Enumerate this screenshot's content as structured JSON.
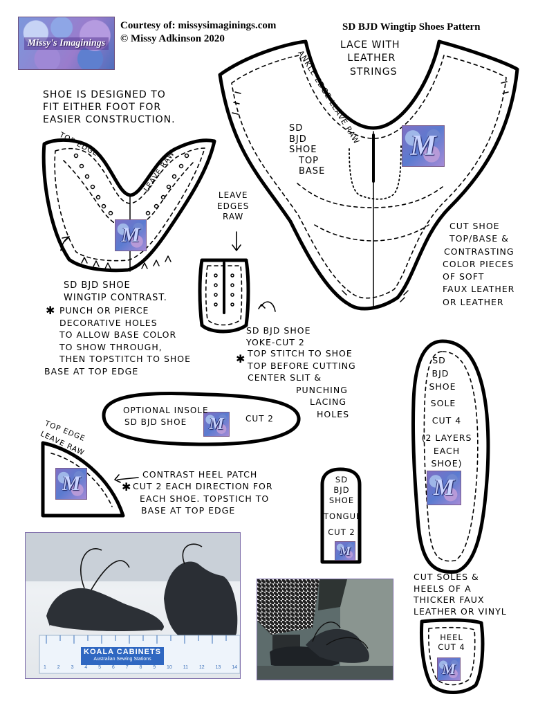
{
  "header": {
    "logo_text": "Missy's Imaginings",
    "courtesy": "Courtesy of: missysimaginings.com",
    "copyright": "© Missy Adkinson 2020",
    "title": "SD BJD Wingtip Shoes Pattern"
  },
  "watermark_letter": "M",
  "top_base": {
    "lace_note": [
      "LACE WITH",
      "LEATHER",
      "STRINGS"
    ],
    "ankle_edge": "ANKLE EDGE-LEAVE RAW",
    "label": [
      "SD",
      "BJD",
      "SHOE",
      "TOP",
      "BASE"
    ],
    "cut_note": [
      "CUT SHOE",
      "TOP/BASE &",
      "CONTRASTING",
      "COLOR PIECES",
      "OF SOFT",
      "FAUX LEATHER",
      "OR LEATHER"
    ]
  },
  "wingtip": {
    "design_note": [
      "SHOE IS DESIGNED TO",
      "FIT EITHER FOOT FOR",
      "EASIER CONSTRUCTION."
    ],
    "top_edge": "TOP EDGE",
    "leave_raw": "LEAVE RAW",
    "label": [
      "SD BJD SHOE",
      "WINGTIP CONTRAST."
    ],
    "bullet": "✱",
    "instructions": [
      "PUNCH OR PIERCE",
      "DECORATIVE HOLES",
      "TO ALLOW BASE COLOR",
      "TO SHOW THROUGH,",
      "THEN TOPSTITCH TO SHOE",
      "BASE AT TOP EDGE"
    ]
  },
  "yoke": {
    "leave_edges": [
      "LEAVE",
      "EDGES",
      "RAW"
    ],
    "label": [
      "SD BJD SHOE",
      "YOKE-CUT 2"
    ],
    "bullet": "✱",
    "instructions": [
      "TOP STITCH TO SHOE",
      "TOP BEFORE CUTTING",
      "CENTER SLIT &",
      "PUNCHING",
      "LACING",
      "HOLES"
    ]
  },
  "insole": {
    "line1": "OPTIONAL INSOLE",
    "line2": "SD BJD SHOE",
    "cut": "CUT 2"
  },
  "heel_patch": {
    "top_edge": "TOP EDGE",
    "leave_raw": "LEAVE RAW",
    "label": "CONTRAST HEEL PATCH",
    "bullet": "✱",
    "instructions": [
      "CUT 2 EACH DIRECTION FOR",
      "EACH SHOE. TOPSTICH TO",
      "BASE AT TOP EDGE"
    ]
  },
  "tongue": {
    "label": [
      "SD",
      "BJD",
      "SHOE",
      "TONGUE",
      "CUT 2"
    ]
  },
  "sole": {
    "label": [
      "SD",
      "BJD",
      "SHOE",
      "SOLE",
      "CUT 4",
      "(2 LAYERS",
      "EACH",
      "SHOE)"
    ]
  },
  "heel": {
    "note": [
      "CUT SOLES &",
      "HEELS OF A",
      "THICKER FAUX",
      "LEATHER OR VINYL"
    ],
    "label": [
      "HEEL",
      "CUT 4"
    ]
  },
  "photo1": {
    "ruler_brand": "KOALA CABINETS",
    "ruler_sub": "Australian Sewing Stations",
    "ruler_numbers": [
      "1",
      "2",
      "3",
      "4",
      "5",
      "6",
      "7",
      "8",
      "9",
      "10",
      "11",
      "12",
      "13",
      "14"
    ]
  }
}
